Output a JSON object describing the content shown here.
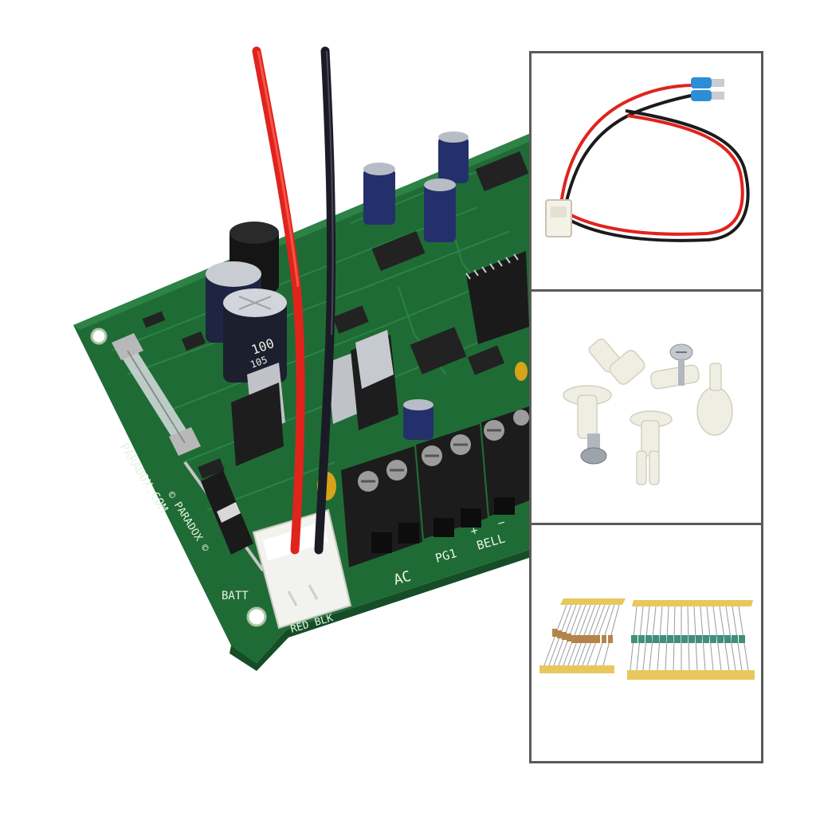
{
  "main_photo": {
    "description_icon": "circuit-board-icon",
    "silkscreen": {
      "brand": "PARADOX.COM",
      "copyright": "© PARADOX ©",
      "batt": "BATT",
      "wire_colors": "RED BLK",
      "ac": "AC",
      "pgm": "PG1",
      "bell": "BELL",
      "plus": "+",
      "minus": "−",
      "cap_value": "100",
      "cap_code": "105"
    },
    "colors": {
      "pcb": "#1f6b35",
      "wire_red": "#e0231d",
      "wire_black": "#1b1b26",
      "terminal": "#1c1c1c",
      "capacitor": "#24306b"
    }
  },
  "panels": {
    "border_color": "#5a5a5a",
    "items": [
      {
        "name": "battery-cable",
        "icon": "cable-icon"
      },
      {
        "name": "mounting-hardware",
        "icon": "screw-icon"
      },
      {
        "name": "resistors",
        "icon": "resistor-icon"
      }
    ]
  }
}
